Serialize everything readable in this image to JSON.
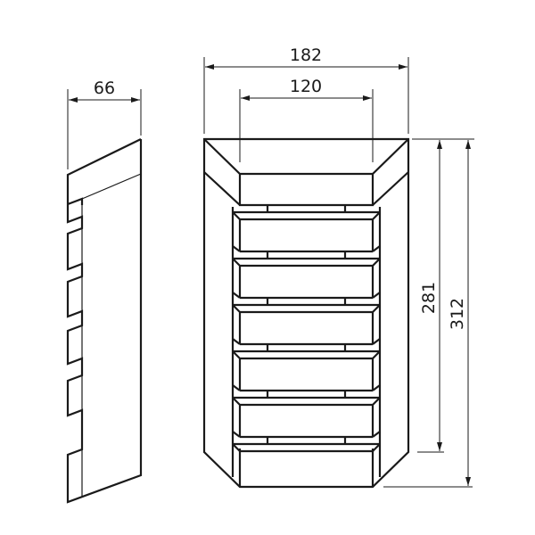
{
  "dimensions": {
    "side_depth": "66",
    "front_width": "182",
    "front_inner_width": "120",
    "inner_height": "281",
    "total_height": "312"
  },
  "colors": {
    "line": "#1a1a1a",
    "background": "#ffffff"
  }
}
